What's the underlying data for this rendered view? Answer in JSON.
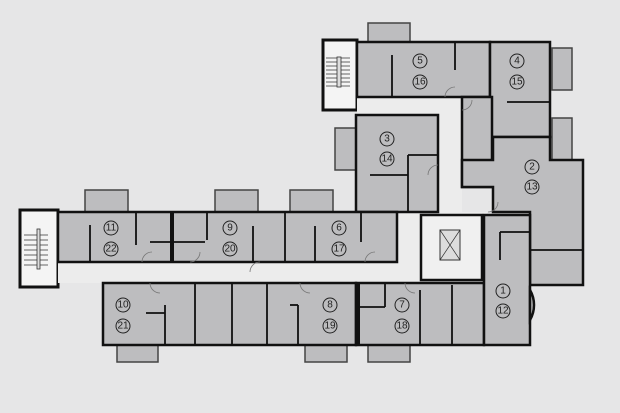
{
  "title": "Floor plan",
  "colors": {
    "background": "#e6e6e7",
    "room": "#bdbdbf",
    "wall": "#111111",
    "corridor": "#ececec"
  },
  "units": [
    {
      "id": "unit-1-12",
      "top": "1",
      "bottom": "12"
    },
    {
      "id": "unit-2-13",
      "top": "2",
      "bottom": "13"
    },
    {
      "id": "unit-3-14",
      "top": "3",
      "bottom": "14"
    },
    {
      "id": "unit-4-15",
      "top": "4",
      "bottom": "15"
    },
    {
      "id": "unit-5-16",
      "top": "5",
      "bottom": "16"
    },
    {
      "id": "unit-6-17",
      "top": "6",
      "bottom": "17"
    },
    {
      "id": "unit-7-18",
      "top": "7",
      "bottom": "18"
    },
    {
      "id": "unit-8-19",
      "top": "8",
      "bottom": "19"
    },
    {
      "id": "unit-9-20",
      "top": "9",
      "bottom": "20"
    },
    {
      "id": "unit-10-21",
      "top": "10",
      "bottom": "21"
    },
    {
      "id": "unit-11-22",
      "top": "11",
      "bottom": "22"
    }
  ]
}
